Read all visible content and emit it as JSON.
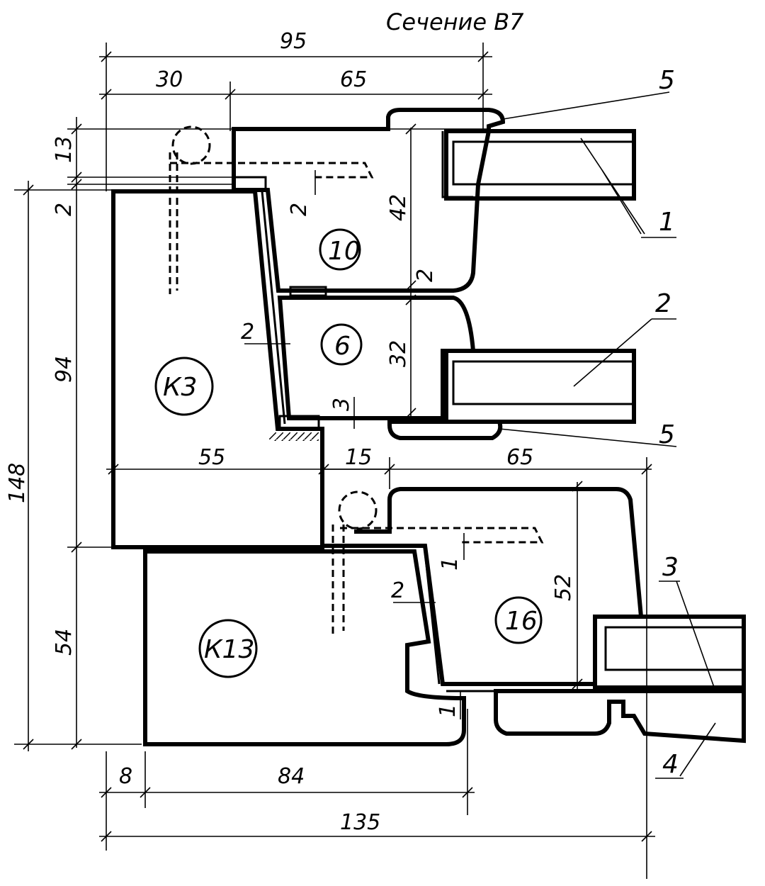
{
  "title": "Сечение В7",
  "dimensions": {
    "overall_width": "95",
    "top_left_width": "30",
    "top_right_width": "65",
    "top_gap": "13",
    "gap_2_left": "2",
    "glass_gap_2": "2",
    "height_10": "42",
    "gap_10_6": "2",
    "height_total": "148",
    "height_k3": "94",
    "gap_k3_6": "2",
    "height_6": "32",
    "gap_3": "3",
    "width_k3": "55",
    "width_mid": "15",
    "width_bottom_right": "65",
    "gap_1_upper": "1",
    "gap_2_k13": "2",
    "height_16": "52",
    "gap_1_lower": "1",
    "height_k13": "54",
    "width_8": "8",
    "width_84": "84",
    "width_135": "135"
  },
  "parts": {
    "p10": "10",
    "p6": "6",
    "pk3": "К3",
    "pk13": "К13",
    "p16": "16"
  },
  "leaders": {
    "l5_top": "5",
    "l1": "1",
    "l2": "2",
    "l5_bottom": "5",
    "l3": "3",
    "l4": "4"
  },
  "colors": {
    "ink": "#000000",
    "paper": "#ffffff"
  }
}
